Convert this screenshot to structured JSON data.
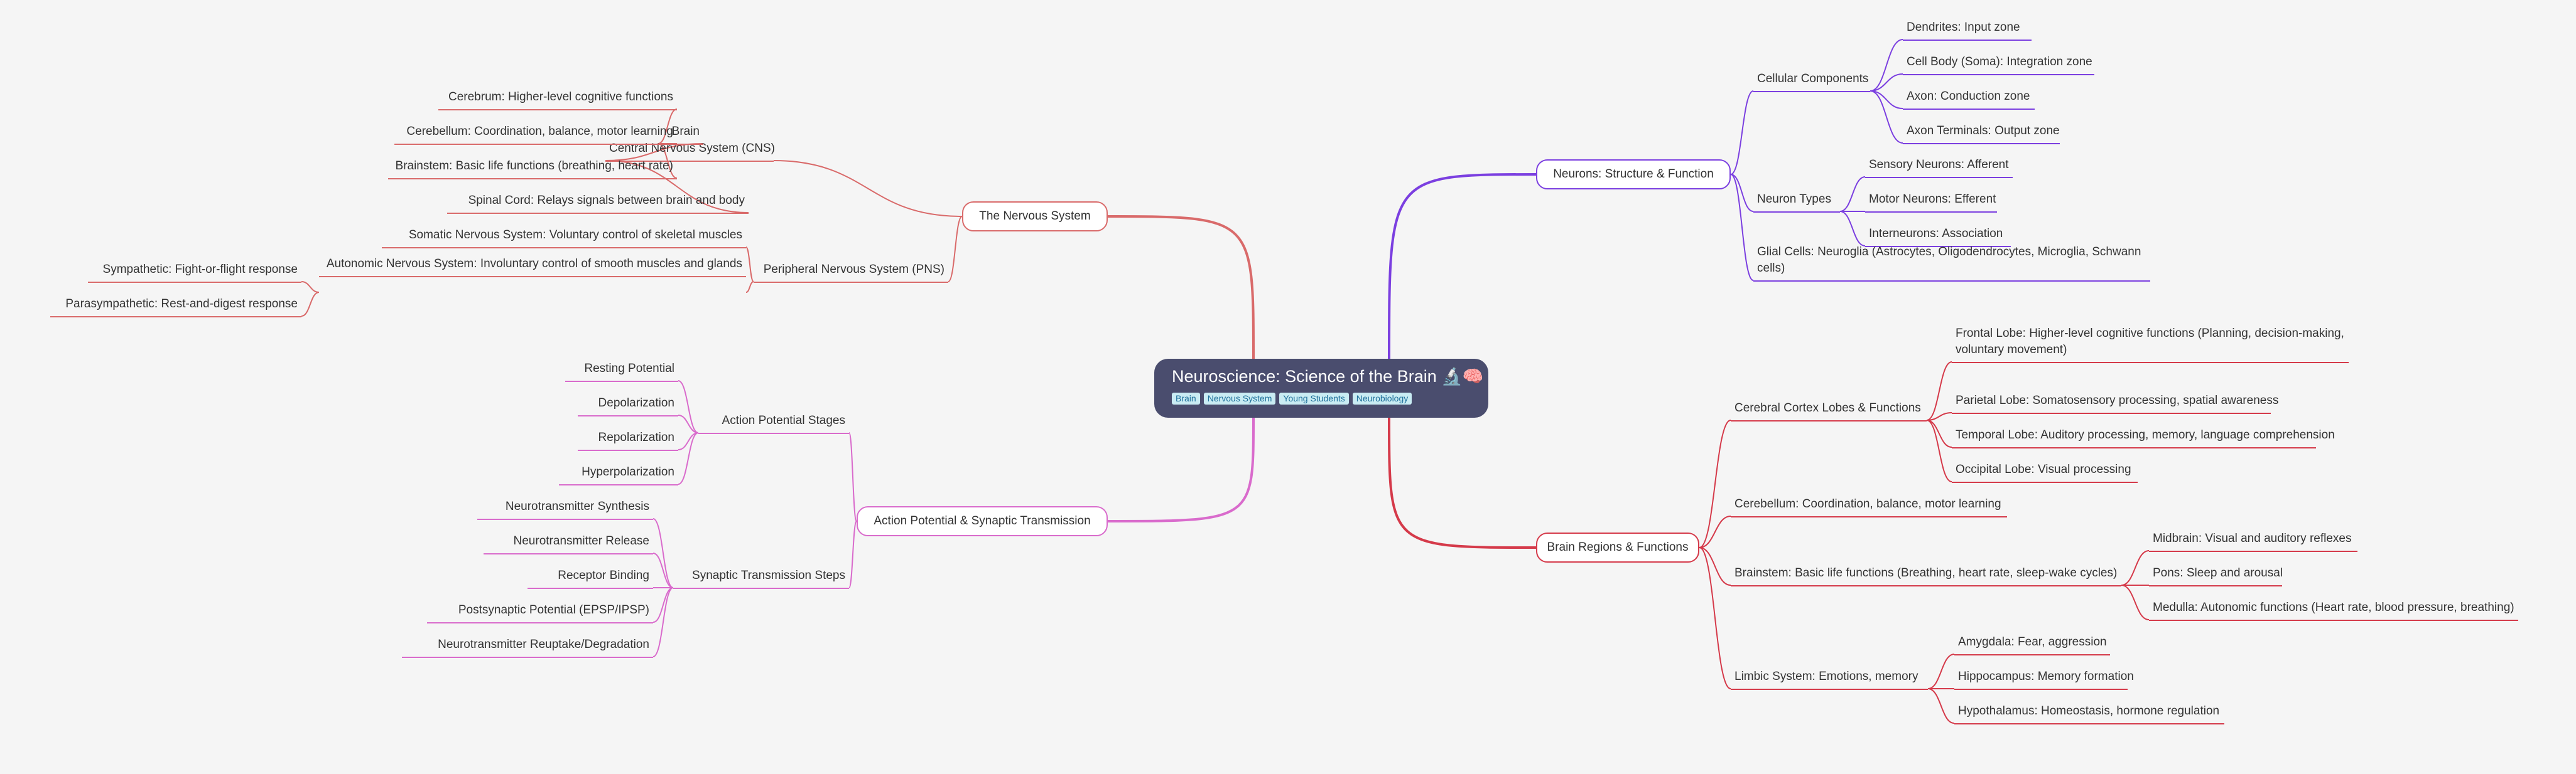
{
  "root": {
    "title": "Neuroscience: Science of the Brain 🔬🧠",
    "tags": [
      "Brain",
      "Nervous System",
      "Young Students",
      "Neurobiology"
    ]
  },
  "colors": {
    "neurons": "#7b3fe0",
    "regions": "#d53a4a",
    "nervous": "#d96a6a",
    "action": "#d96bcc"
  },
  "neurons": {
    "label": "Neurons: Structure & Function",
    "cellular": "Cellular Components",
    "dendrites": "Dendrites: Input zone",
    "soma": "Cell Body (Soma): Integration zone",
    "axon": "Axon: Conduction zone",
    "terminals": "Axon Terminals: Output zone",
    "types": "Neuron Types",
    "sensory": "Sensory Neurons: Afferent",
    "motor": "Motor Neurons: Efferent",
    "inter": "Interneurons: Association",
    "glial": "Glial Cells: Neuroglia (Astrocytes, Oligodendrocytes, Microglia, Schwann cells)"
  },
  "regions": {
    "label": "Brain Regions & Functions",
    "cortex": "Cerebral Cortex Lobes & Functions",
    "frontal": "Frontal Lobe: Higher-level cognitive functions (Planning, decision-making, voluntary movement)",
    "parietal": "Parietal Lobe: Somatosensory processing, spatial awareness",
    "temporal": "Temporal Lobe: Auditory processing, memory, language comprehension",
    "occipital": "Occipital Lobe: Visual processing",
    "cerebellum": "Cerebellum: Coordination, balance, motor learning",
    "brainstem": "Brainstem: Basic life functions (Breathing, heart rate, sleep-wake cycles)",
    "midbrain": "Midbrain: Visual and auditory reflexes",
    "pons": "Pons: Sleep and arousal",
    "medulla": "Medulla: Autonomic functions (Heart rate, blood pressure, breathing)",
    "limbic": "Limbic System: Emotions, memory",
    "amygdala": "Amygdala: Fear, aggression",
    "hippocampus": "Hippocampus: Memory formation",
    "hypothalamus": "Hypothalamus: Homeostasis, hormone regulation"
  },
  "nervous": {
    "label": "The Nervous System",
    "cns": "Central Nervous System (CNS)",
    "brain": "Brain",
    "cerebrum": "Cerebrum: Higher-level cognitive functions",
    "cerebellum": "Cerebellum: Coordination, balance, motor learning",
    "brainstem": "Brainstem: Basic life functions (breathing, heart rate)",
    "spinal": "Spinal Cord: Relays signals between brain and body",
    "pns": "Peripheral Nervous System (PNS)",
    "somatic": "Somatic Nervous System: Voluntary control of skeletal muscles",
    "autonomic": "Autonomic Nervous System: Involuntary control of smooth muscles and glands",
    "sympathetic": "Sympathetic: Fight-or-flight response",
    "parasympathetic": "Parasympathetic: Rest-and-digest response"
  },
  "action": {
    "label": "Action Potential & Synaptic Transmission",
    "stages": "Action Potential Stages",
    "resting": "Resting Potential",
    "depol": "Depolarization",
    "repol": "Repolarization",
    "hyper": "Hyperpolarization",
    "synaptic": "Synaptic Transmission Steps",
    "synthesis": "Neurotransmitter Synthesis",
    "release": "Neurotransmitter Release",
    "binding": "Receptor Binding",
    "psp": "Postsynaptic Potential (EPSP/IPSP)",
    "reuptake": "Neurotransmitter Reuptake/Degradation"
  }
}
